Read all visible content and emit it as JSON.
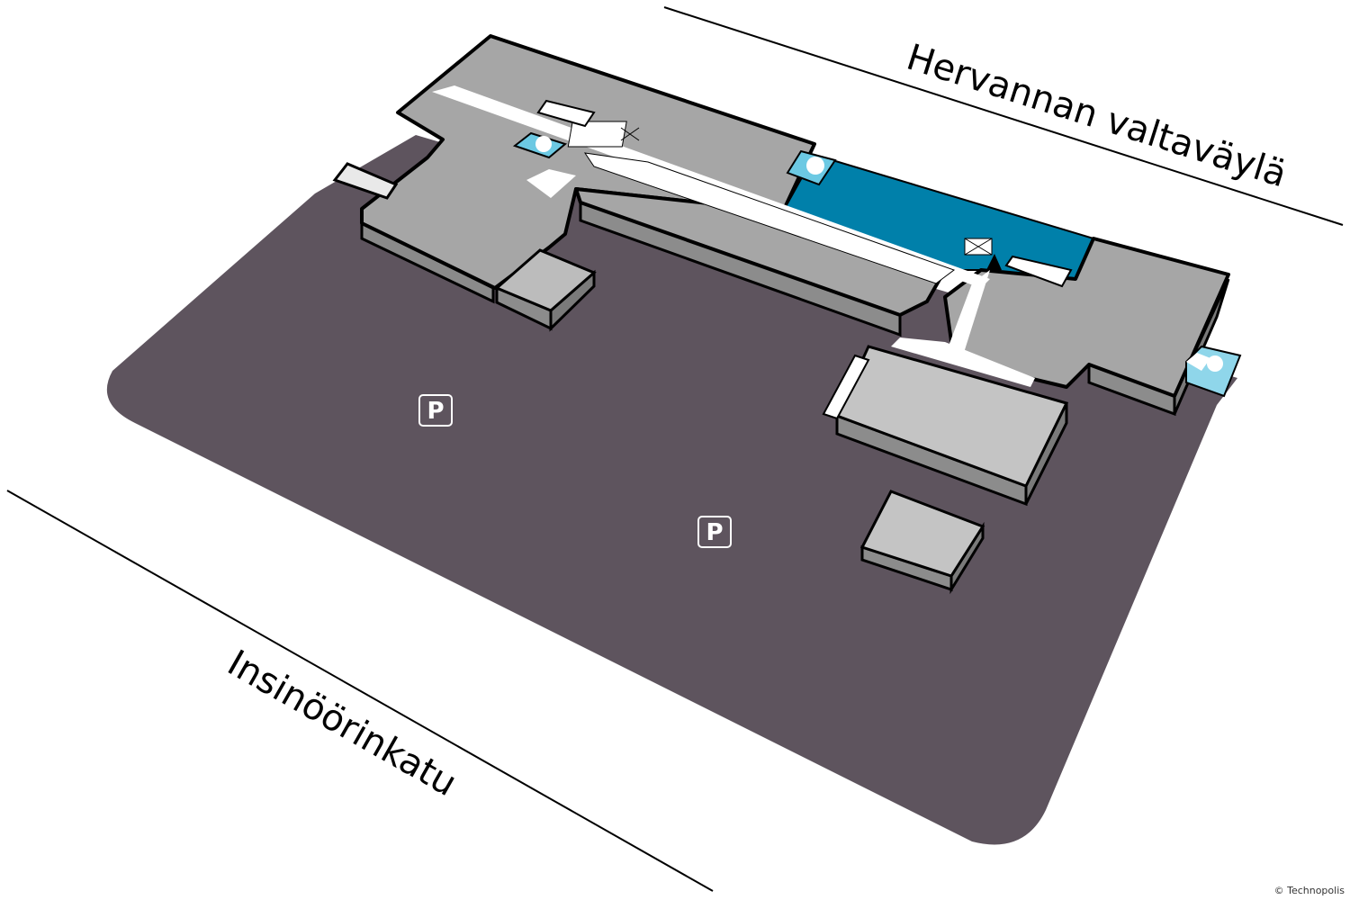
{
  "streets": {
    "north": "Hervannan valtaväylä",
    "south": "Insinöörinkatu"
  },
  "parking": {
    "symbol": "P",
    "count": 2
  },
  "credit": "© Technopolis",
  "colors": {
    "parking_lot": "#5e545e",
    "building_roof": "#a6a6a6",
    "building_wall": "#8c8c8c",
    "corridor": "#ffffff",
    "highlight_area": "#0080aa",
    "stair_marker": "#6cc9e3",
    "outline": "#000000"
  },
  "icons": [
    "parking-icon",
    "elevator-icon",
    "stairs-icon",
    "location-marker-icon"
  ]
}
